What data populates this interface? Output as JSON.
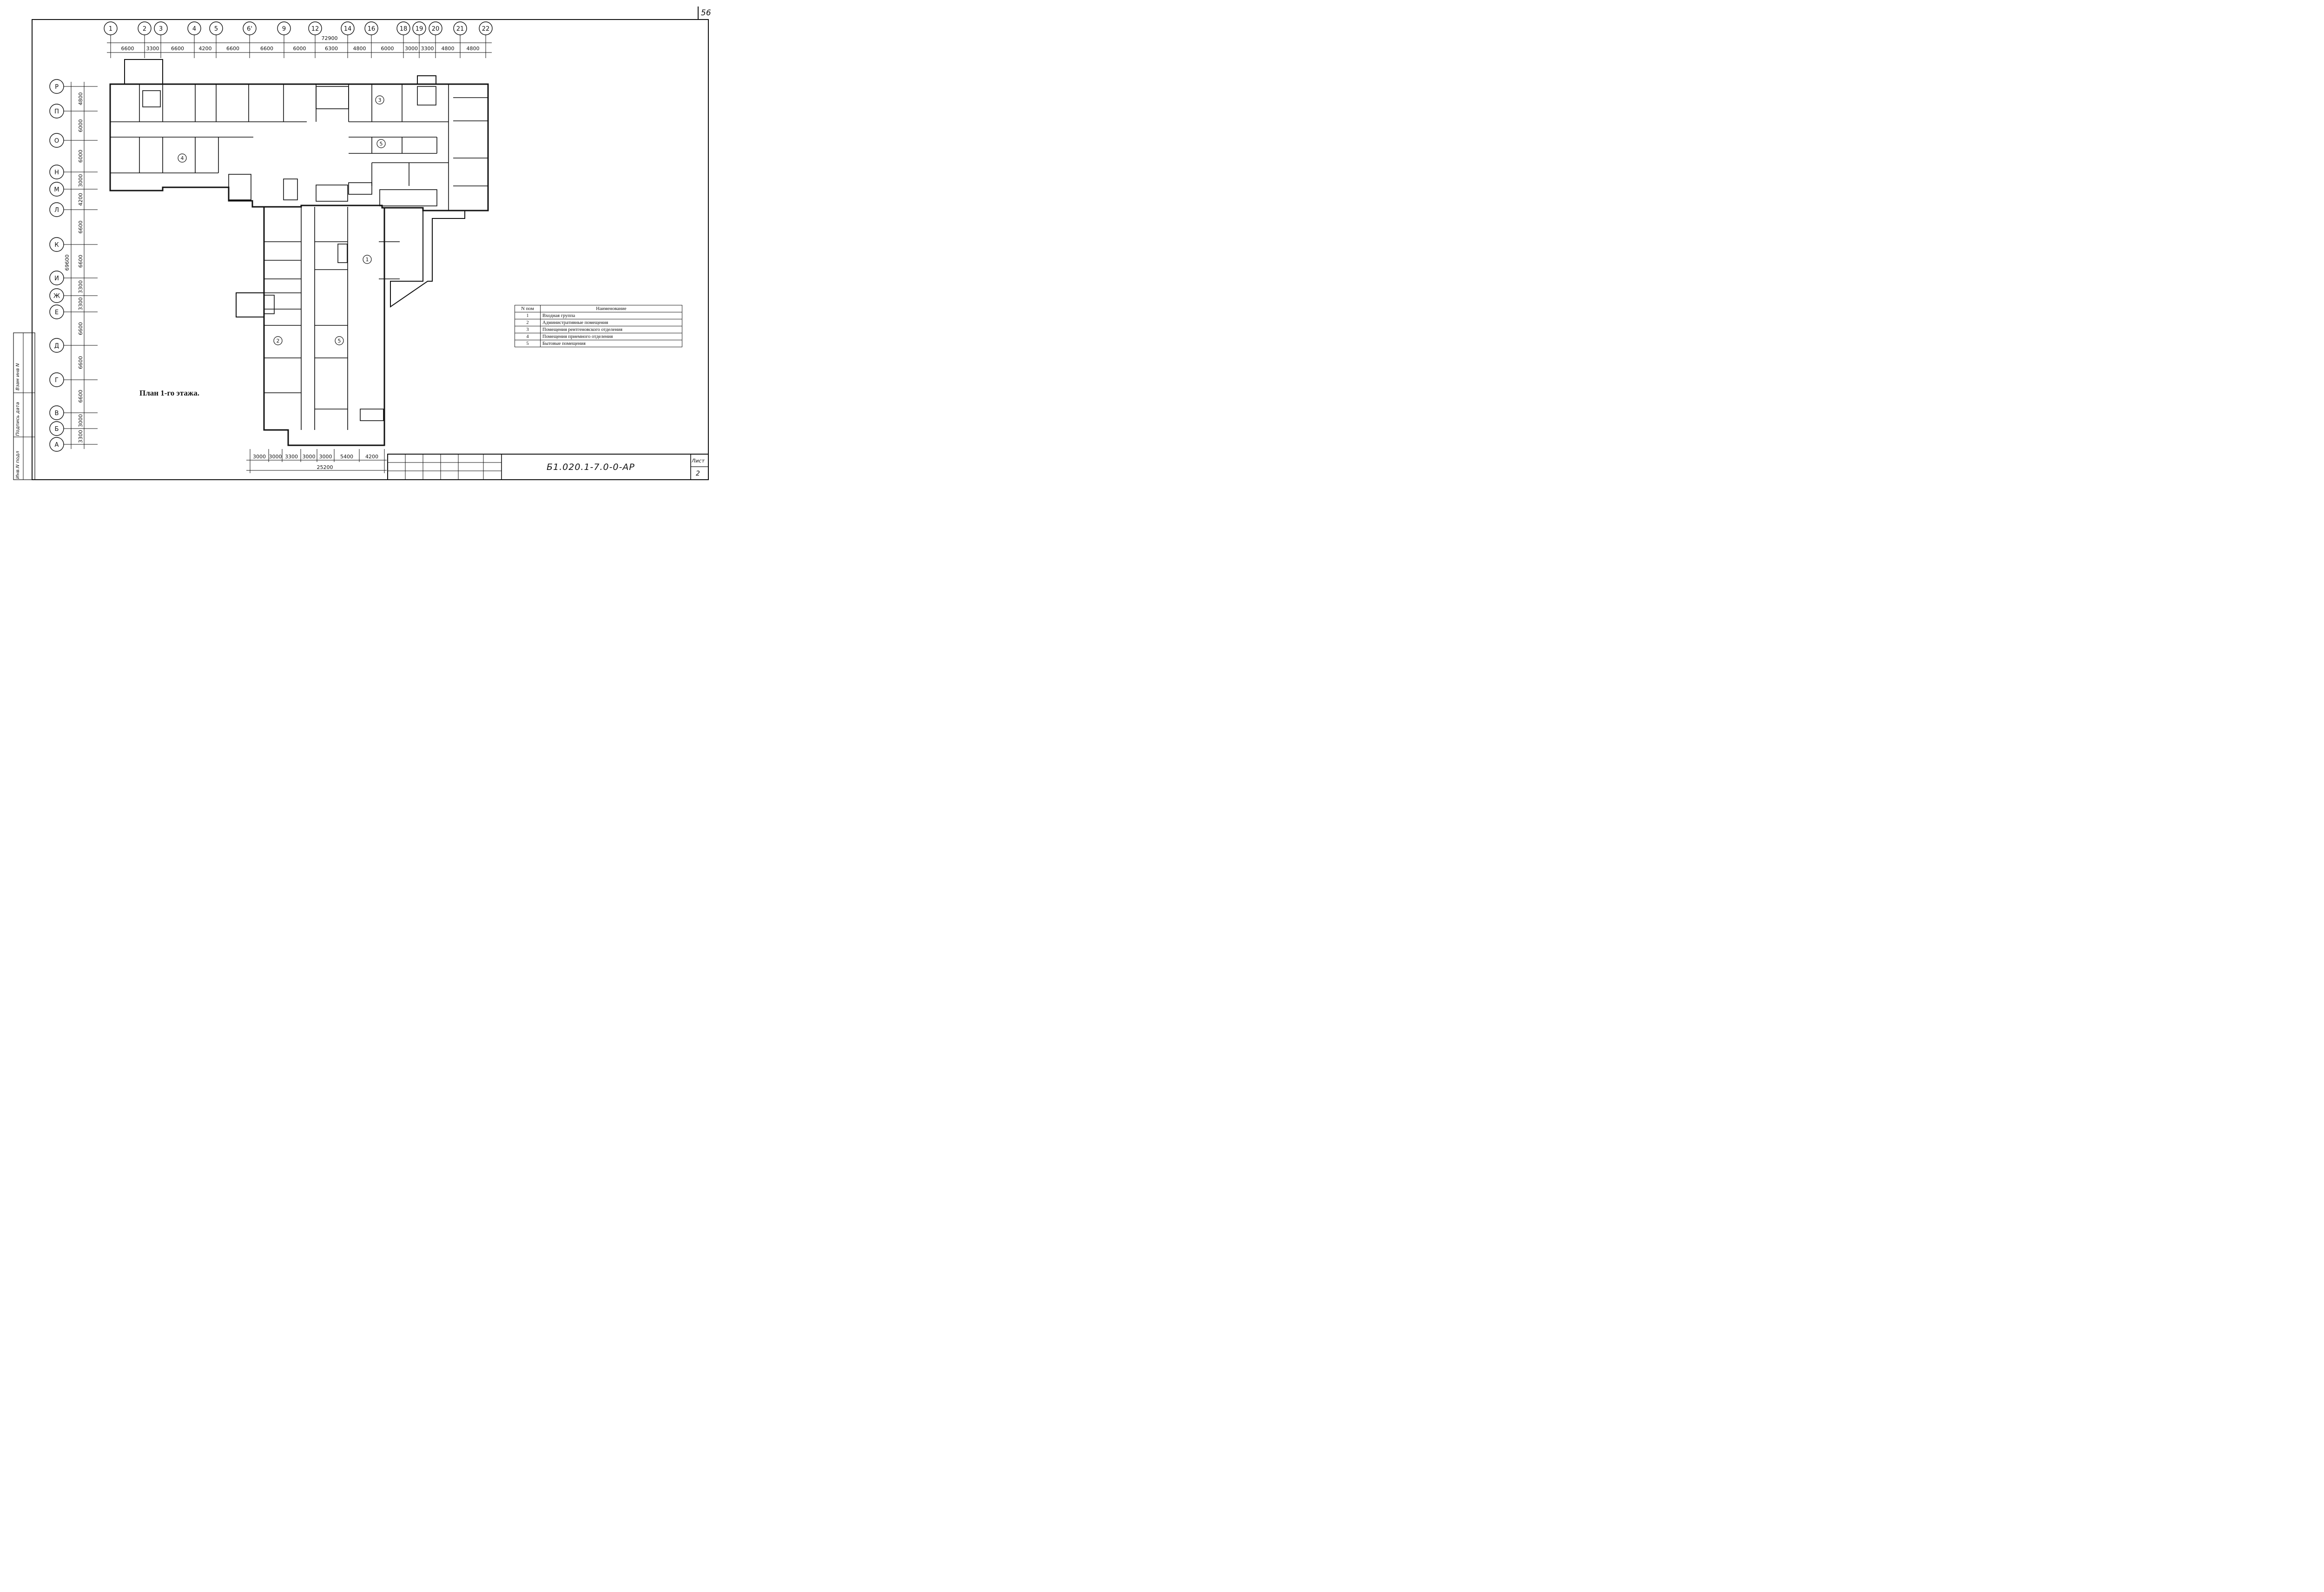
{
  "page_number": "56",
  "plan_title": "План 1-го этажа.",
  "axes_columns": [
    "1",
    "2",
    "3",
    "4",
    "5",
    "6'",
    "9",
    "12",
    "14",
    "16",
    "18",
    "19",
    "20",
    "21",
    "22"
  ],
  "top_dims": [
    "6600",
    "3300",
    "6600",
    "4200",
    "6600",
    "6600",
    "6000",
    "6300",
    "4800",
    "6000",
    "3000",
    "3300",
    "4800",
    "4800"
  ],
  "top_total": "72900",
  "axes_rows": [
    "Р",
    "П",
    "О",
    "Н",
    "М",
    "Л",
    "К",
    "И",
    "Ж",
    "Е",
    "Д",
    "Г",
    "В",
    "Б",
    "А"
  ],
  "left_dims": [
    "4800",
    "6000",
    "6000",
    "3000",
    "4200",
    "6600",
    "6600",
    "3300",
    "3300",
    "6600",
    "6600",
    "6600",
    "3000",
    "3300"
  ],
  "left_total": "69600",
  "bottom_dims": [
    "3000",
    "3000",
    "3300",
    "3000",
    "3000",
    "5400",
    "4200"
  ],
  "bottom_total": "25200",
  "room_marks": [
    "1",
    "2",
    "3",
    "4",
    "5",
    "5"
  ],
  "legend": {
    "header_num": "N пом",
    "header_name": "Наименование",
    "rows": [
      {
        "num": "1",
        "name": "Входная группа"
      },
      {
        "num": "2",
        "name": "Административные помещения"
      },
      {
        "num": "3",
        "name": "Помещения рентгеновского отделения"
      },
      {
        "num": "4",
        "name": "Помещения приемного отделения"
      },
      {
        "num": "5",
        "name": "Бытовые помещения"
      }
    ]
  },
  "stamp": {
    "doc_number": "Б1.020.1-7.0-0-АР",
    "sheet_label": "Лист",
    "sheet_value": "2"
  },
  "side_labels": [
    "Инв.N подл",
    "Подпись дата",
    "Взам инв N"
  ]
}
